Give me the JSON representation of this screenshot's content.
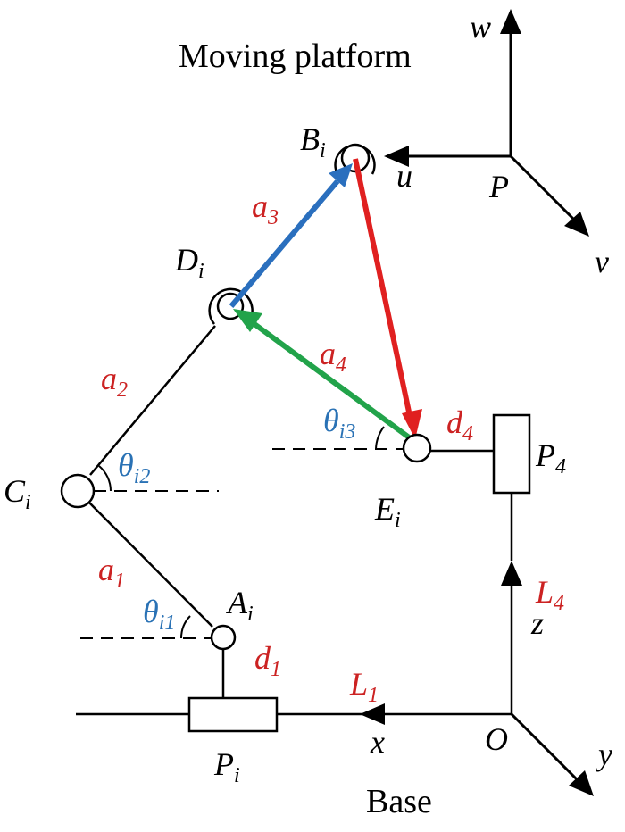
{
  "title_top": "Moving platform",
  "title_bottom": "Base",
  "colors": {
    "black": "#000000",
    "red": "#cc2222",
    "blue": "#1f6fb2",
    "green": "#22a04a",
    "angle_blue": "#2a72b5",
    "vec_blue": "#2a6fbe",
    "vec_red": "#e02020",
    "vec_green": "#22a34a"
  },
  "labels": {
    "w": "w",
    "u": "u",
    "v": "v",
    "P": "P",
    "B": "B",
    "B_sub": "i",
    "D": "D",
    "D_sub": "i",
    "C": "C",
    "C_sub": "i",
    "A": "A",
    "A_sub": "i",
    "E": "E",
    "E_sub": "i",
    "P4": "P",
    "P4_sub": "4",
    "Pi": "P",
    "Pi_sub": "i",
    "a3": "a",
    "a3_sub": "3",
    "a4": "a",
    "a4_sub": "4",
    "a2": "a",
    "a2_sub": "2",
    "a1": "a",
    "a1_sub": "1",
    "d4": "d",
    "d4_sub": "4",
    "d1": "d",
    "d1_sub": "1",
    "L4": "L",
    "L4_sub": "4",
    "L1": "L",
    "L1_sub": "1",
    "z": "z",
    "x": "x",
    "y": "y",
    "O": "O",
    "th_i3": "θ",
    "th_i3_sub": "i3",
    "th_i2": "θ",
    "th_i2_sub": "i2",
    "th_i1": "θ",
    "th_i1_sub": "i1"
  }
}
